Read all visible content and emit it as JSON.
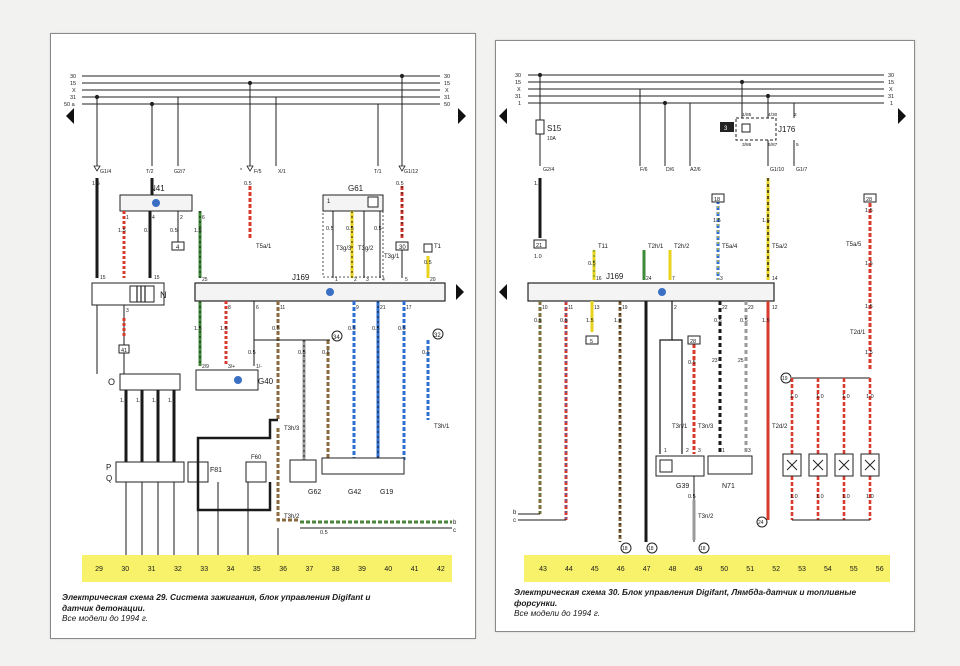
{
  "rails": {
    "left": [
      "30",
      "15",
      "X",
      "31",
      "50 a"
    ],
    "left_right_side": [
      "30",
      "15",
      "X",
      "31",
      "50"
    ],
    "right": [
      "30",
      "15",
      "X",
      "31",
      "1"
    ],
    "right_right_side": [
      "30",
      "15",
      "X",
      "31",
      "1"
    ]
  },
  "left": {
    "caption_title": "Электрическая схема 29. Система зажигания, блок управления Digifant и датчик детонации.",
    "caption_sub": "Все модели до 1994 г.",
    "tops": [
      "G1/4",
      "T/2",
      "G2/7",
      "F/5",
      "X/1",
      "T/1",
      "G1/12"
    ],
    "star": "*",
    "components": {
      "N41": "N41",
      "G61": "G61",
      "N": "N",
      "J169": "J169",
      "O": "O",
      "G40": "G40",
      "P": "P",
      "Q": "Q",
      "F81": "F81",
      "F60": "F60",
      "G62": "G62",
      "G42": "G42",
      "G19": "G19",
      "T5a1": "T5a/1",
      "T1": "T1",
      "T3g1": "T3g/1",
      "T3g2": "T3g/2",
      "T3g3": "T3g/3",
      "T3h3": "T3h/3",
      "T3h1": "T3h/1",
      "T3h2": "T3h/2"
    },
    "grid": [
      "29",
      "30",
      "31",
      "32",
      "33",
      "34",
      "35",
      "36",
      "37",
      "38",
      "39",
      "40",
      "41",
      "42"
    ],
    "refs": [
      "4",
      "30",
      "41",
      "1",
      "34",
      "32"
    ],
    "gauges": [
      "1.5",
      "1.5",
      "0.5",
      "1.5",
      "0.5",
      "0.5",
      "0.5",
      "1.5",
      "1.5",
      "0.5",
      "0.5",
      "0.5",
      "0.5",
      "0.5",
      "0.5",
      "0.5",
      "0.5",
      "0.5",
      "0.5",
      "0.5",
      "0.5",
      "0.5",
      "1.0",
      "1.0",
      "1.0",
      "1.0"
    ],
    "pins": [
      "15",
      "15",
      "1",
      "2",
      "4",
      "3",
      "6",
      "25",
      "6",
      "8",
      "11",
      "9",
      "21",
      "17",
      "20",
      "5",
      "4",
      "3",
      "2",
      "1",
      "2/9",
      "3/+",
      "1/-"
    ],
    "edge": [
      "b",
      "c"
    ]
  },
  "right": {
    "caption_title": "Электрическая схема 30. Блок управления Digifant, Лямбда-датчик и топливные форсунки.",
    "caption_sub": "Все модели до 1994 г.",
    "tops": [
      "G2/4",
      "F/6",
      "D/6",
      "A2/6",
      "G1/10",
      "G1/7"
    ],
    "components": {
      "S15": "S15",
      "fuse": "10A",
      "J176": "J176",
      "J169": "J169",
      "G39": "G39",
      "N71": "N71",
      "T11": "T11",
      "T2h1": "T2h/1",
      "T2h2": "T2h/2",
      "T5a4": "T5a/4",
      "T5a2": "T5a/2",
      "T5a5": "T5a/5",
      "T2d1": "T2d/1",
      "T2d2": "T2d/2",
      "T3n1": "T3n/1",
      "T3n3": "T3n/3",
      "T3n2": "T3n/2"
    },
    "relay_pins": [
      "1/85",
      "4/30",
      "3/86",
      "6/87",
      "2",
      "3",
      "5"
    ],
    "grid": [
      "43",
      "44",
      "45",
      "46",
      "47",
      "48",
      "49",
      "50",
      "51",
      "52",
      "53",
      "54",
      "55",
      "56"
    ],
    "refs": [
      "21",
      "5",
      "18",
      "28",
      "18",
      "18",
      "28",
      "19",
      "25",
      "23",
      "18",
      "24"
    ],
    "pins": [
      "16",
      "24",
      "7",
      "3",
      "14",
      "10",
      "11",
      "13",
      "19",
      "2",
      "22",
      "23",
      "12",
      "1",
      "2",
      "3",
      "1",
      "3"
    ],
    "gauges": [
      "1.0",
      "0.5",
      "1.5",
      "1.5",
      "1.5",
      "1.5",
      "1.5",
      "0.5",
      "0.5",
      "1.5",
      "1.0",
      "0.5",
      "0.5",
      "0.5",
      "0.5",
      "1.5",
      "1.5",
      "1.0",
      "1.0",
      "1.0",
      "1.0",
      "1.0",
      "1.0",
      "1.0",
      "1.0",
      "1.0"
    ],
    "edge": [
      "b",
      "c"
    ]
  },
  "colors": {
    "rail": "#222222",
    "grid_band": "#f7f26a",
    "red": "#d83a2e",
    "green": "#3f8a3a",
    "yellow": "#e8d21c",
    "blue": "#2f6fd0",
    "brown": "#8a6a3e",
    "grey": "#9a9a9a"
  }
}
